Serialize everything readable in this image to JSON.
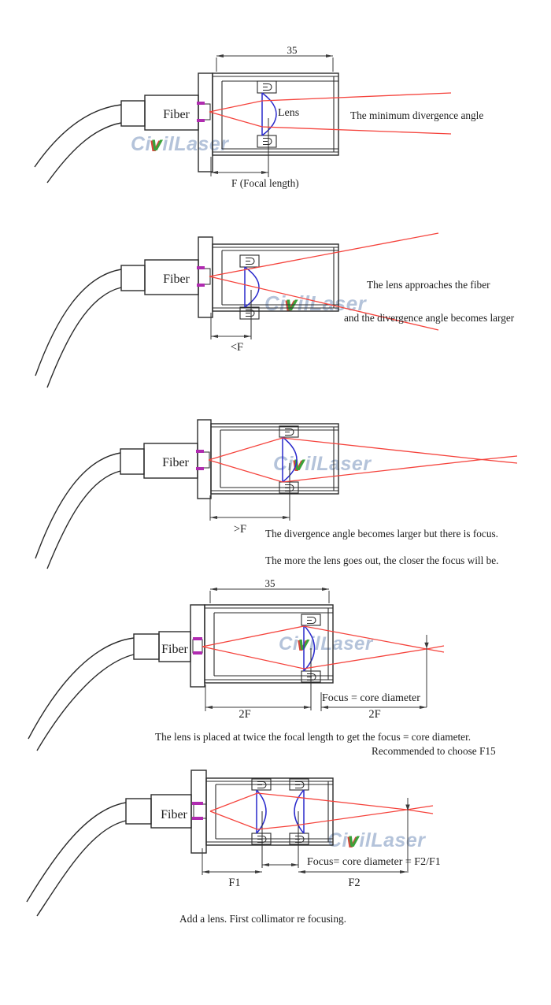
{
  "watermark": {
    "text": "CivilLaser",
    "parts": [
      "Ci",
      "v",
      "ilLaser"
    ],
    "color": "#b4c3da"
  },
  "colors": {
    "ray_red": "#f5433c",
    "lens_blue": "#2929cc",
    "fiber_mark_magenta": "#b02bb0",
    "outline": "#2a2a2a",
    "watermark_blue": "#b4c3da",
    "watermark_check_green": "#3aa23a"
  },
  "diagrams": [
    {
      "id": "lens-at-focal-length",
      "fiber_label": "Fiber",
      "lens_label": "Lens",
      "dim_top": "35",
      "dim_bottom": "F  (Focal length)",
      "caption": "The minimum divergence angle"
    },
    {
      "id": "lens-closer-than-focal",
      "fiber_label": "Fiber",
      "dim_bottom": "<F",
      "caption_line1": "The lens approaches the fiber",
      "caption_line2": "and the divergence angle becomes larger"
    },
    {
      "id": "lens-beyond-focal",
      "fiber_label": "Fiber",
      "dim_bottom": ">F",
      "caption_line1": "The divergence angle becomes larger but there is focus.",
      "caption_line2": "The more the lens goes out, the closer the focus will be."
    },
    {
      "id": "lens-at-twice-focal",
      "fiber_label": "Fiber",
      "dim_top": "35",
      "dim_left": "2F",
      "dim_right": "2F",
      "focus_label": "Focus = core diameter",
      "caption_line1": "The lens is placed at twice the focal length to get the focus = core diameter.",
      "caption_line2": "Recommended to choose F15"
    },
    {
      "id": "two-lens-system",
      "fiber_label": "Fiber",
      "dim_left": "F1",
      "dim_right": "F2",
      "focus_label": "Focus= core diameter = F2/F1",
      "caption": "Add a lens. First collimator re focusing."
    }
  ]
}
